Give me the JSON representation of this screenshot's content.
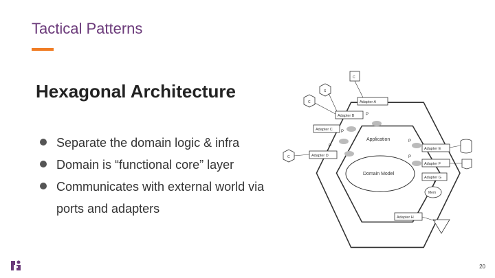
{
  "header": {
    "section_title": "Tactical Patterns",
    "accent_color": "#f07c24",
    "title_color": "#6b3a7a"
  },
  "main": {
    "heading": "Hexagonal Architecture",
    "bullets": [
      "Separate the domain logic & infra",
      "Domain is “functional core” layer",
      "Communicates with external world via ports and adapters"
    ]
  },
  "diagram": {
    "adapters": {
      "a": "Adapter A",
      "b": "Adapter B",
      "c": "Adapter C",
      "d": "Adapter D",
      "e": "Adapter E",
      "f": "Adapter F",
      "g": "Adapter G",
      "h": "Adapter H"
    },
    "port_label": "P",
    "application_label": "Application",
    "domain_model_label": "Domain Model",
    "mem_label": "Mem",
    "ext_c": "C",
    "ext_s": "S",
    "ext_c2": "C",
    "ext_c3": "C"
  },
  "footer": {
    "page_number": "20",
    "logo_icon": "brand-logo-icon"
  }
}
